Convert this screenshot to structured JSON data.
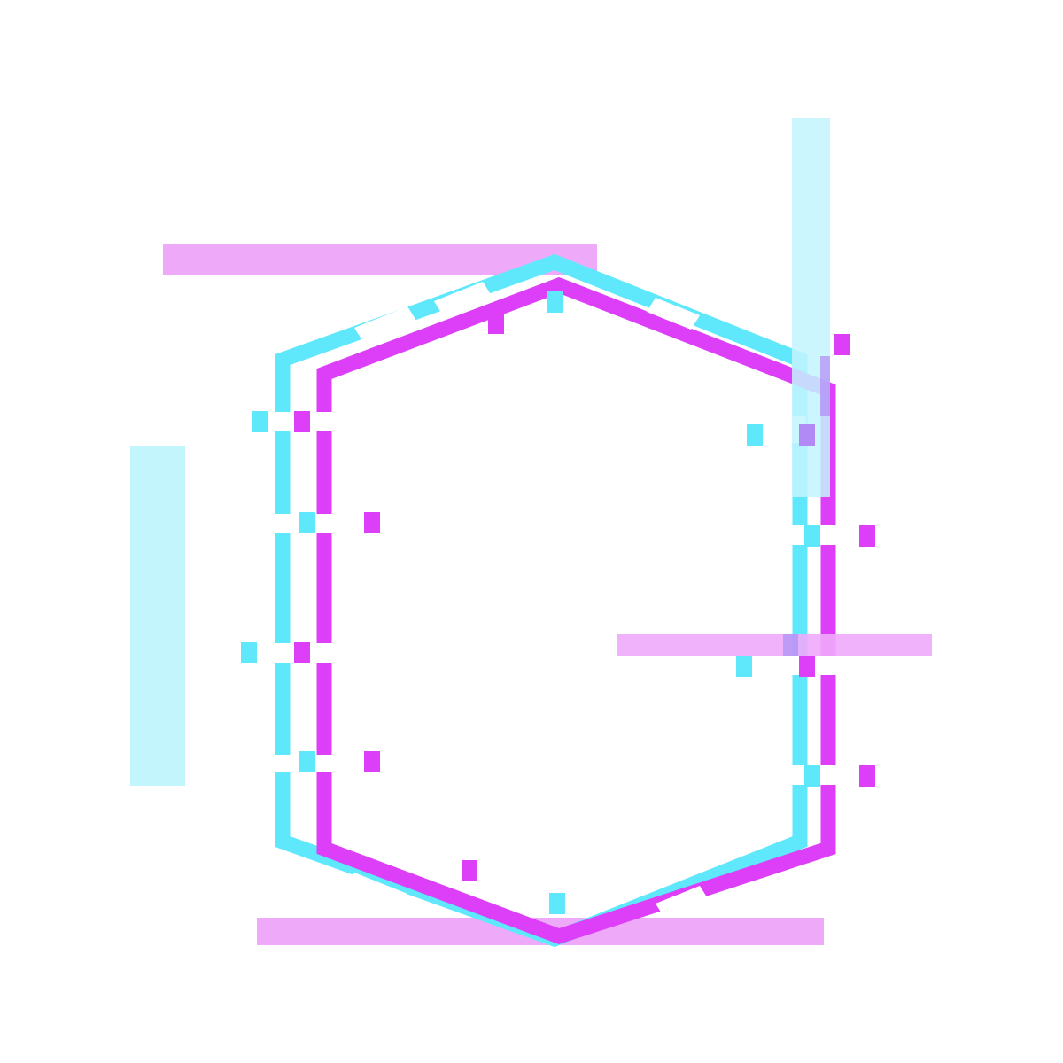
{
  "artwork": {
    "style": "glitch hexagon frame",
    "colors": {
      "background": "#ffffff",
      "cyan": "#5fe8fb",
      "cyan_light": "#c3f5fd",
      "magenta": "#dd3ef7",
      "magenta_light": "#eeaaf9",
      "overlap": "#9b8cf5"
    },
    "elements": [
      "hexagon-outline-cyan",
      "hexagon-outline-magenta",
      "accent-bar-top-magenta",
      "accent-bar-right-cyan",
      "accent-bar-left-cyan",
      "accent-bar-mid-magenta",
      "accent-bar-bottom-magenta",
      "glitch-pixel-squares"
    ]
  }
}
